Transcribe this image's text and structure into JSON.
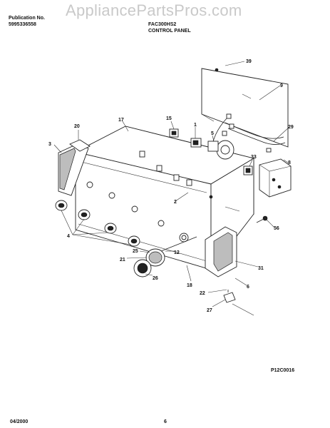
{
  "header": {
    "publication_label": "Publication No.",
    "publication_number": "5995336558",
    "model": "FAC300HS2",
    "section_title": "CONTROL PANEL",
    "watermark": "AppliancePartsPros.com"
  },
  "callouts": {
    "c39": "39",
    "c9": "9",
    "c29": "29",
    "c15": "15",
    "c1": "1",
    "c5": "5",
    "c17": "17",
    "c20": "20",
    "c3": "3",
    "c33": "33",
    "c8": "8",
    "c2": "2",
    "c56": "56",
    "c4": "4",
    "c12": "12",
    "c25": "25",
    "c21": "21",
    "c26": "26",
    "c31": "31",
    "c18": "18",
    "c6": "6",
    "c22": "22",
    "c27": "27"
  },
  "figure_code": "P12C0016",
  "footer": {
    "date": "04/2000",
    "page": "6"
  }
}
